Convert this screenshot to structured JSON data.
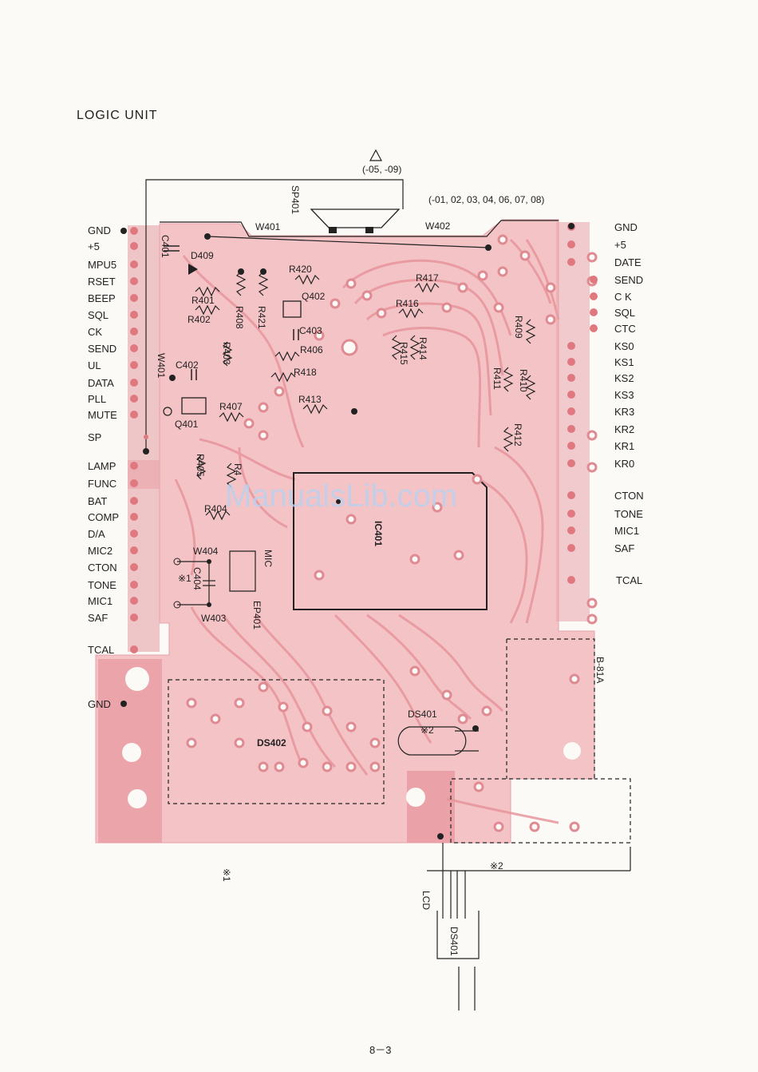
{
  "title": "LOGIC UNIT",
  "page_number": "8－3",
  "warning_symbol": "⚠",
  "notes": {
    "speaker_variants": "(-05, -09)",
    "w402_variants": "(-01, 02, 03, 04, 06, 07, 08)",
    "asterisk1": "※1",
    "asterisk2": "※2"
  },
  "left_connector": [
    "GND",
    "+5",
    "MPU5",
    "RSET",
    "BEEP",
    "SQL",
    "CK",
    "SEND",
    "UL",
    "DATA",
    "PLL",
    "MUTE",
    "SP",
    "LAMP",
    "FUNC",
    "BAT",
    "COMP",
    "D/A",
    "MIC2",
    "CTON",
    "TONE",
    "MIC1",
    "SAF",
    "TCAL",
    "GND"
  ],
  "right_connector": [
    "GND",
    "+5",
    "DATE",
    "SEND",
    "C K",
    "SQL",
    "CTC",
    "KS0",
    "KS1",
    "KS2",
    "KS3",
    "KR3",
    "KR2",
    "KR1",
    "KR0",
    "CTON",
    "TONE",
    "MIC1",
    "SAF",
    "TCAL"
  ],
  "components": {
    "speaker": "SP401",
    "w401": "W401",
    "w402": "W402",
    "w403": "W403",
    "w404": "W404",
    "w401_side": "W401",
    "ic": "IC401",
    "ds401": "DS401",
    "ds402": "DS402",
    "ep401": "EP401",
    "mic": "MIC",
    "c401": "C401",
    "c402": "C402",
    "c403": "C403",
    "c404": "C404",
    "d409": "D409",
    "q401": "Q401",
    "q402": "Q402",
    "r401": "R401",
    "r402": "R402",
    "r403": "R403",
    "r404": "R404",
    "r405": "R405",
    "r406": "R406",
    "r407": "R407",
    "r408": "R408",
    "r409": "R409",
    "r410": "R410",
    "r411": "R411",
    "r412": "R412",
    "r413": "R413",
    "r414": "R414",
    "r415": "R415",
    "r416": "R416",
    "r417": "R417",
    "r418": "R418",
    "r419": "R4",
    "r420": "R420",
    "r421": "R421",
    "b81a": "B-81A",
    "lcd": "LCD",
    "ds401_cable": "DS401"
  },
  "watermark": "ManualsLib.com",
  "colors": {
    "board": "#f2b6bb",
    "pad": "#e6868e",
    "ink": "#222222"
  }
}
